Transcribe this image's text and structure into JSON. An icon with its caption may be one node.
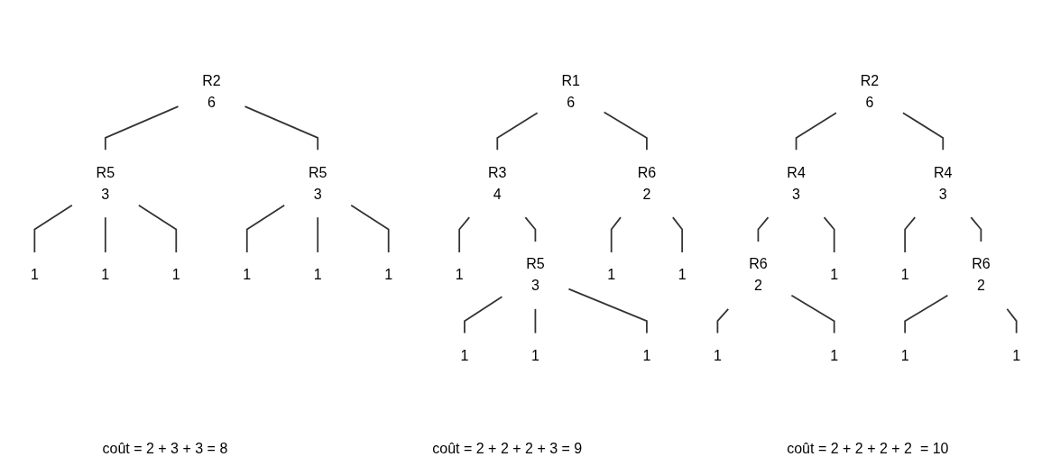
{
  "diagram": {
    "nodes": [
      {
        "text": [
          "6"
        ],
        "beside": [
          "R2"
        ]
      },
      {
        "text": [
          "3"
        ],
        "beside": [
          "R5"
        ]
      },
      {
        "text": [
          "3"
        ],
        "beside": [
          "R5"
        ]
      },
      {
        "text": [
          "1"
        ]
      },
      {
        "text": [
          "1"
        ]
      },
      {
        "text": [
          "1"
        ]
      },
      {
        "text": [
          "1"
        ]
      },
      {
        "text": [
          "1"
        ]
      },
      {
        "text": [
          "1"
        ]
      },
      {
        "text": [
          "6"
        ],
        "beside": [
          "R1"
        ]
      },
      {
        "text": [
          "4"
        ],
        "beside": [
          "R3"
        ]
      },
      {
        "text": [
          "2"
        ],
        "beside": [
          "R6"
        ]
      },
      {
        "text": [
          "1"
        ]
      },
      {
        "text": [
          "3"
        ],
        "beside": [
          "R5"
        ]
      },
      {
        "text": [
          "1"
        ]
      },
      {
        "text": [
          "1"
        ]
      },
      {
        "text": [
          "1"
        ]
      },
      {
        "text": [
          "1"
        ]
      },
      {
        "text": [
          "1"
        ]
      },
      {
        "text": [
          "6"
        ],
        "beside": [
          "R2"
        ]
      },
      {
        "text": [
          "3"
        ],
        "beside": [
          "R4"
        ]
      },
      {
        "text": [
          "3"
        ],
        "beside": [
          "R4"
        ]
      },
      {
        "text": [
          "2"
        ],
        "beside": [
          "R6"
        ]
      },
      {
        "text": [
          "1"
        ]
      },
      {
        "text": [
          "1"
        ]
      },
      {
        "text": [
          "2"
        ],
        "beside": [
          "R6"
        ]
      },
      {
        "text": [
          "1"
        ]
      },
      {
        "text": [
          "1"
        ]
      },
      {
        "text": [
          "1"
        ]
      },
      {
        "text": [
          "1"
        ]
      }
    ],
    "edges": [
      {
        "from": 0,
        "to": 1,
        "arrow": "none"
      },
      {
        "from": 0,
        "to": 2,
        "arrow": "none"
      },
      {
        "from": 1,
        "to": 3,
        "arrow": "none"
      },
      {
        "from": 1,
        "to": 4,
        "arrow": "none"
      },
      {
        "from": 1,
        "to": 5,
        "arrow": "none"
      },
      {
        "from": 2,
        "to": 6,
        "arrow": "none"
      },
      {
        "from": 2,
        "to": 7,
        "arrow": "none"
      },
      {
        "from": 2,
        "to": 8,
        "arrow": "none"
      },
      {
        "from": 9,
        "to": 10,
        "arrow": "none"
      },
      {
        "from": 9,
        "to": 11,
        "arrow": "none"
      },
      {
        "from": 10,
        "to": 12,
        "arrow": "none"
      },
      {
        "from": 10,
        "to": 13,
        "arrow": "none"
      },
      {
        "from": 11,
        "to": 14,
        "arrow": "none"
      },
      {
        "from": 11,
        "to": 15,
        "arrow": "none"
      },
      {
        "from": 13,
        "to": 16,
        "arrow": "none"
      },
      {
        "from": 13,
        "to": 17,
        "arrow": "none"
      },
      {
        "from": 13,
        "to": 18,
        "arrow": "none"
      },
      {
        "from": 19,
        "to": 20,
        "arrow": "none"
      },
      {
        "from": 19,
        "to": 21,
        "arrow": "none"
      },
      {
        "from": 20,
        "to": 22,
        "arrow": "none"
      },
      {
        "from": 20,
        "to": 23,
        "arrow": "none"
      },
      {
        "from": 21,
        "to": 24,
        "arrow": "none"
      },
      {
        "from": 21,
        "to": 25,
        "arrow": "none"
      },
      {
        "from": 22,
        "to": 26,
        "arrow": "none"
      },
      {
        "from": 22,
        "to": 27,
        "arrow": "none"
      },
      {
        "from": 25,
        "to": 28,
        "arrow": "none"
      },
      {
        "from": 25,
        "to": 29,
        "arrow": "none"
      }
    ],
    "labels": [
      "coût = 2 + 3 + 3 = 8",
      "coût = 2 + 2 + 2 + 3 = 9",
      "coût = 2 + 2 + 2 + 2  = 10"
    ]
  }
}
